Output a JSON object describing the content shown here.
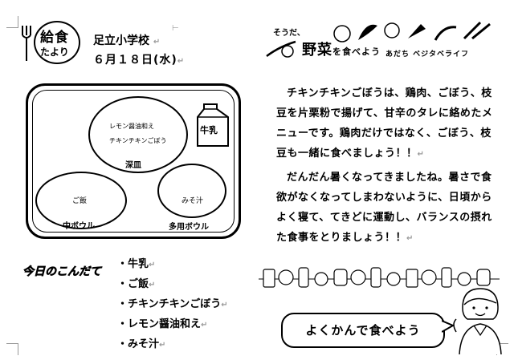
{
  "header": {
    "logo_line1": "給食",
    "logo_line2": "たより",
    "school": "足立小学校",
    "date": "６月１８日(水)"
  },
  "tray": {
    "deep_dish": {
      "items": [
        "レモン醤油和え",
        "チキンチキンごぼう"
      ],
      "label": "深皿"
    },
    "milk_label": "牛乳",
    "rice_bowl": {
      "item": "ご飯",
      "label": "中ボウル"
    },
    "soup_bowl": {
      "item": "みそ汁",
      "label": "多用ボウル"
    }
  },
  "banner": {
    "lead": "そうだ、",
    "title": "野菜",
    "title_suffix": "を食べよう",
    "sub": "あだち ベジタベライフ"
  },
  "article": {
    "paragraph1": "チキンチキンごぼうは、鶏肉、ごぼう、枝豆を片栗粉で揚げて、甘辛のタレに絡めたメニューです。鶏肉だけではなく、ごぼう、枝豆も一緒に食べましょう！！",
    "paragraph2": "だんだん暑くなってきましたね。暑さで食欲がなくなってしまわないように、日頃からよく寝て、てきどに運動し、バランスの摂れた食事をとりましょう！！"
  },
  "menu": {
    "heading": "今日のこんだて",
    "items": [
      "牛乳",
      "ご飯",
      "チキンチキンごぼう",
      "レモン醤油和え",
      "みそ汁"
    ]
  },
  "bubble": {
    "text": "よくかんで食べよう"
  }
}
